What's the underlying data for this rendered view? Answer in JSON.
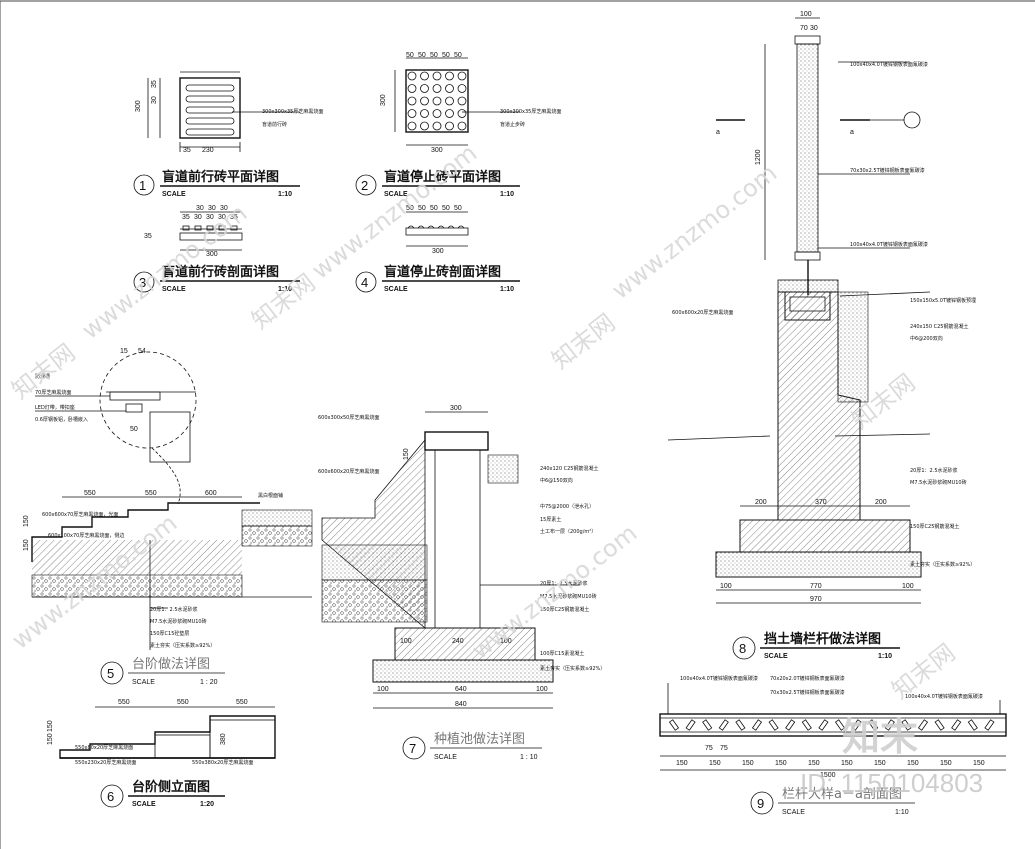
{
  "drawings": {
    "d1": {
      "num": "1",
      "title": "盲道前行砖平面详图",
      "scale_label": "SCALE",
      "scale": "1:10",
      "dims": [
        "300",
        "35",
        "30",
        "230",
        "300",
        "35"
      ],
      "note1": "300x300x35厚芝麻黑烧面",
      "note2": "盲道前行砖"
    },
    "d2": {
      "num": "2",
      "title": "盲道停止砖平面详图",
      "scale_label": "SCALE",
      "scale": "1:10",
      "dims": [
        "50",
        "300",
        "300"
      ],
      "note1": "300x300x35厚芝麻黑烧面",
      "note2": "盲道止步砖"
    },
    "d3": {
      "num": "3",
      "title": "盲道前行砖剖面详图",
      "scale_label": "SCALE",
      "scale": "1:10",
      "dims": [
        "30",
        "35",
        "300"
      ]
    },
    "d4": {
      "num": "4",
      "title": "盲道停止砖剖面详图",
      "scale_label": "SCALE",
      "scale": "1:10",
      "dims": [
        "50",
        "300"
      ]
    },
    "d5": {
      "num": "5",
      "title": "台阶做法详图",
      "scale_label": "SCALE",
      "scale": "1 : 20",
      "dims": [
        "550",
        "550",
        "600",
        "15",
        "54",
        "50",
        "150",
        "150"
      ],
      "notes": [
        "防滑槽",
        "70厚芝麻黑烧面",
        "LED灯带，带扣座",
        "0.6厚钢板铝，卧槽嵌入",
        "黑白根面铺",
        "600x600x70厚芝麻黑烧面，光面",
        "600x100x70厚芝麻黑烧面，侧边",
        "20厚1：2.5水泥砂浆",
        "M7.5水泥砂浆砌MU10砖",
        "150厚C15砼垫层",
        "素土夯实（压实系数≥92%）"
      ]
    },
    "d6": {
      "num": "6",
      "title": "台阶侧立面图",
      "scale_label": "SCALE",
      "scale": "1:20",
      "dims": [
        "550",
        "550",
        "550",
        "150",
        "150",
        "380"
      ],
      "notes": [
        "550x80x20厚芝麻黑烧面",
        "550x230x20厚芝麻黑烧面",
        "550x380x20厚芝麻黑烧面"
      ]
    },
    "d7": {
      "num": "7",
      "title": "种植池做法详图",
      "scale_label": "SCALE",
      "scale": "1 : 10",
      "dims": [
        "300",
        "150",
        "100",
        "240",
        "100",
        "100",
        "640",
        "100",
        "840"
      ],
      "notes": [
        "600x300x50厚芝麻黑烧面",
        "600x600x20厚芝麻黑烧面",
        "240x120 C25钢筋混凝土",
        "中6@150双向",
        "中75@2000（泄水孔）",
        "15厚素土",
        "土工布一层（200g/m²）",
        "20厚1：2.5水泥砂浆",
        "M7.5水泥砂浆砌MU10砖",
        "150厚C25钢筋混凝土",
        "100厚C15素混凝土",
        "素土夯实（压实系数≥92%）"
      ]
    },
    "d8": {
      "num": "8",
      "title": "挡土墙栏杆做法详图",
      "scale_label": "SCALE",
      "scale": "1:10",
      "dims": [
        "100",
        "70",
        "30",
        "1200",
        "200",
        "370",
        "200",
        "100",
        "770",
        "100",
        "970"
      ],
      "cut": "a",
      "notes": [
        "100x40x4.0T镀锌钢板表面氟碳漆",
        "70x30x2.5T镀锌钢板表面氟碳漆",
        "100x40x4.0T镀锌钢板表面氟碳漆",
        "600x600x20厚芝麻黑烧面",
        "150x150x5.0T镀锌钢板预埋",
        "240x150 C25钢筋混凝土",
        "中6@200双向",
        "20厚1：2.5水泥砂浆",
        "M7.5水泥砂浆砌MU10砖",
        "150厚C25钢筋混凝土",
        "素土夯实（压实系数≥92%）"
      ]
    },
    "d9": {
      "num": "9",
      "title": "栏杆大样a－a剖面图",
      "scale_label": "SCALE",
      "scale": "1:10",
      "dims": [
        "150",
        "150",
        "150",
        "150",
        "150",
        "150",
        "150",
        "150",
        "150",
        "150",
        "1500",
        "75",
        "75"
      ],
      "notes": [
        "100x40x4.0T镀锌钢板表面氟碳漆",
        "70x20x2.0T镀锌钢板表面氟碳漆",
        "70x30x2.5T镀锌钢板表面氟碳漆",
        "100x40x4.0T镀锌钢板表面氟碳漆"
      ]
    }
  },
  "watermarks": {
    "site": "www.znzmo.com",
    "brand": "知末网",
    "logo": "知末",
    "id_text": "ID: 1150104803"
  }
}
